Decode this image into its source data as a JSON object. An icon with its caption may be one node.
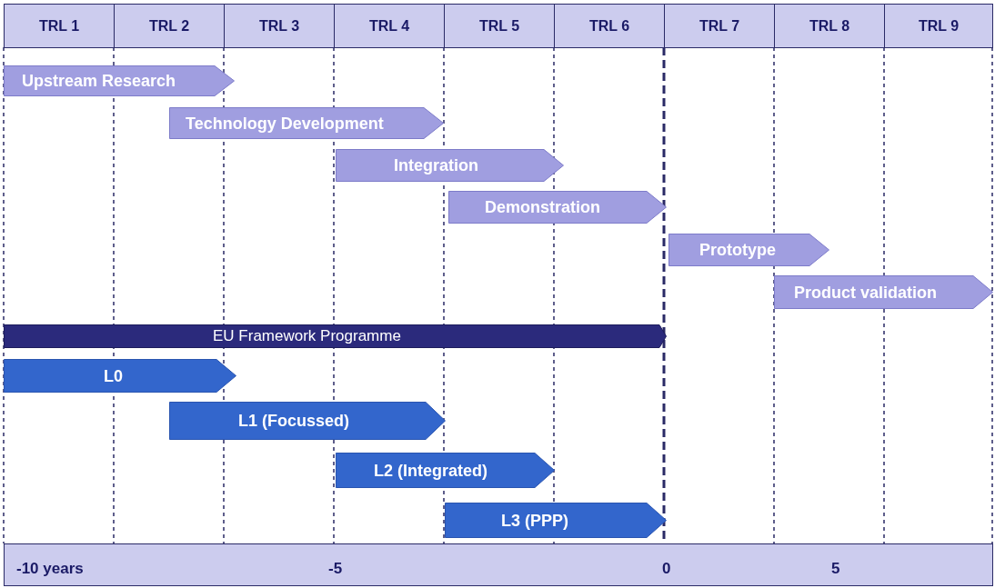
{
  "diagram": {
    "nodes": [
      {
        "text": [
          "Upstream Research"
        ]
      },
      {
        "text": [
          "Technology Development"
        ]
      },
      {
        "text": [
          "Integration"
        ]
      },
      {
        "text": [
          "Demonstration"
        ]
      },
      {
        "text": [
          "Prototype"
        ]
      },
      {
        "text": [
          "Product validation"
        ]
      },
      {
        "text": [
          "EU Framework Programme"
        ]
      },
      {
        "text": [
          "L0"
        ]
      },
      {
        "text": [
          "L1 (Focussed)"
        ]
      },
      {
        "text": [
          "L2 (Integrated)"
        ]
      },
      {
        "text": [
          "L3 (PPP)"
        ]
      }
    ],
    "edges": [],
    "labels": [
      "TRL 1",
      "TRL 2",
      "TRL 3",
      "TRL 4",
      "TRL 5",
      "TRL 6",
      "TRL 7",
      "TRL 8",
      "TRL 9",
      "-10 years",
      "-5",
      "0",
      "5"
    ]
  }
}
